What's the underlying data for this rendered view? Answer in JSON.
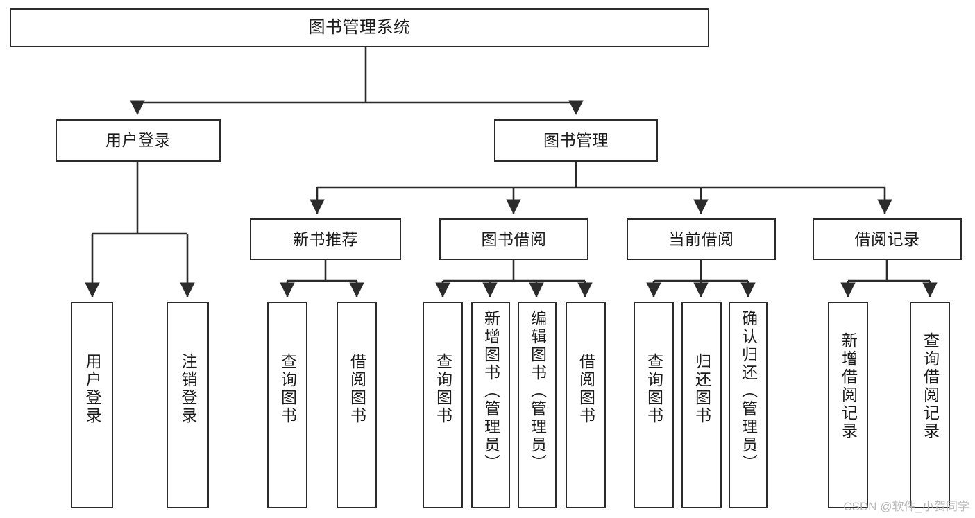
{
  "diagram": {
    "type": "tree",
    "title": "图书管理系统",
    "orientation": "top-down",
    "colors": {
      "background": "#ffffff",
      "node_fill": "#ffffff",
      "node_stroke": "#2b2b2b",
      "edge_stroke": "#2b2b2b",
      "text": "#1b1b1b",
      "watermark": "#b9b9b9"
    }
  },
  "nodes": {
    "root": {
      "label": "图书管理系统",
      "level": 0
    },
    "level1": [
      {
        "id": "user-login",
        "label": "用户登录"
      },
      {
        "id": "book-management",
        "label": "图书管理"
      }
    ],
    "level2": [
      {
        "id": "new-book-recommend",
        "label": "新书推荐",
        "parent": "book-management"
      },
      {
        "id": "book-borrow",
        "label": "图书借阅",
        "parent": "book-management"
      },
      {
        "id": "current-borrow",
        "label": "当前借阅",
        "parent": "book-management"
      },
      {
        "id": "borrow-record",
        "label": "借阅记录",
        "parent": "book-management"
      }
    ],
    "leaves": [
      {
        "id": "leaf-user-login",
        "label": "用户登录",
        "parent": "user-login"
      },
      {
        "id": "leaf-logout",
        "label": "注销登录",
        "parent": "user-login"
      },
      {
        "id": "leaf-query-book-1",
        "label": "查询图书",
        "parent": "new-book-recommend"
      },
      {
        "id": "leaf-borrow-book-1",
        "label": "借阅图书",
        "parent": "new-book-recommend"
      },
      {
        "id": "leaf-query-book-2",
        "label": "查询图书",
        "parent": "book-borrow"
      },
      {
        "id": "leaf-add-book",
        "label": "新增图书（管理员）",
        "parent": "book-borrow"
      },
      {
        "id": "leaf-edit-book",
        "label": "编辑图书（管理员）",
        "parent": "book-borrow"
      },
      {
        "id": "leaf-borrow-book-2",
        "label": "借阅图书",
        "parent": "book-borrow"
      },
      {
        "id": "leaf-query-book-3",
        "label": "查询图书",
        "parent": "current-borrow"
      },
      {
        "id": "leaf-return-book",
        "label": "归还图书",
        "parent": "current-borrow"
      },
      {
        "id": "leaf-confirm-return",
        "label": "确认归还（管理员）",
        "parent": "current-borrow"
      },
      {
        "id": "leaf-add-record",
        "label": "新增借阅记录",
        "parent": "borrow-record"
      },
      {
        "id": "leaf-query-record",
        "label": "查询借阅记录",
        "parent": "borrow-record"
      }
    ]
  },
  "watermark": {
    "text": "CSDN @软件_小贺同学"
  }
}
